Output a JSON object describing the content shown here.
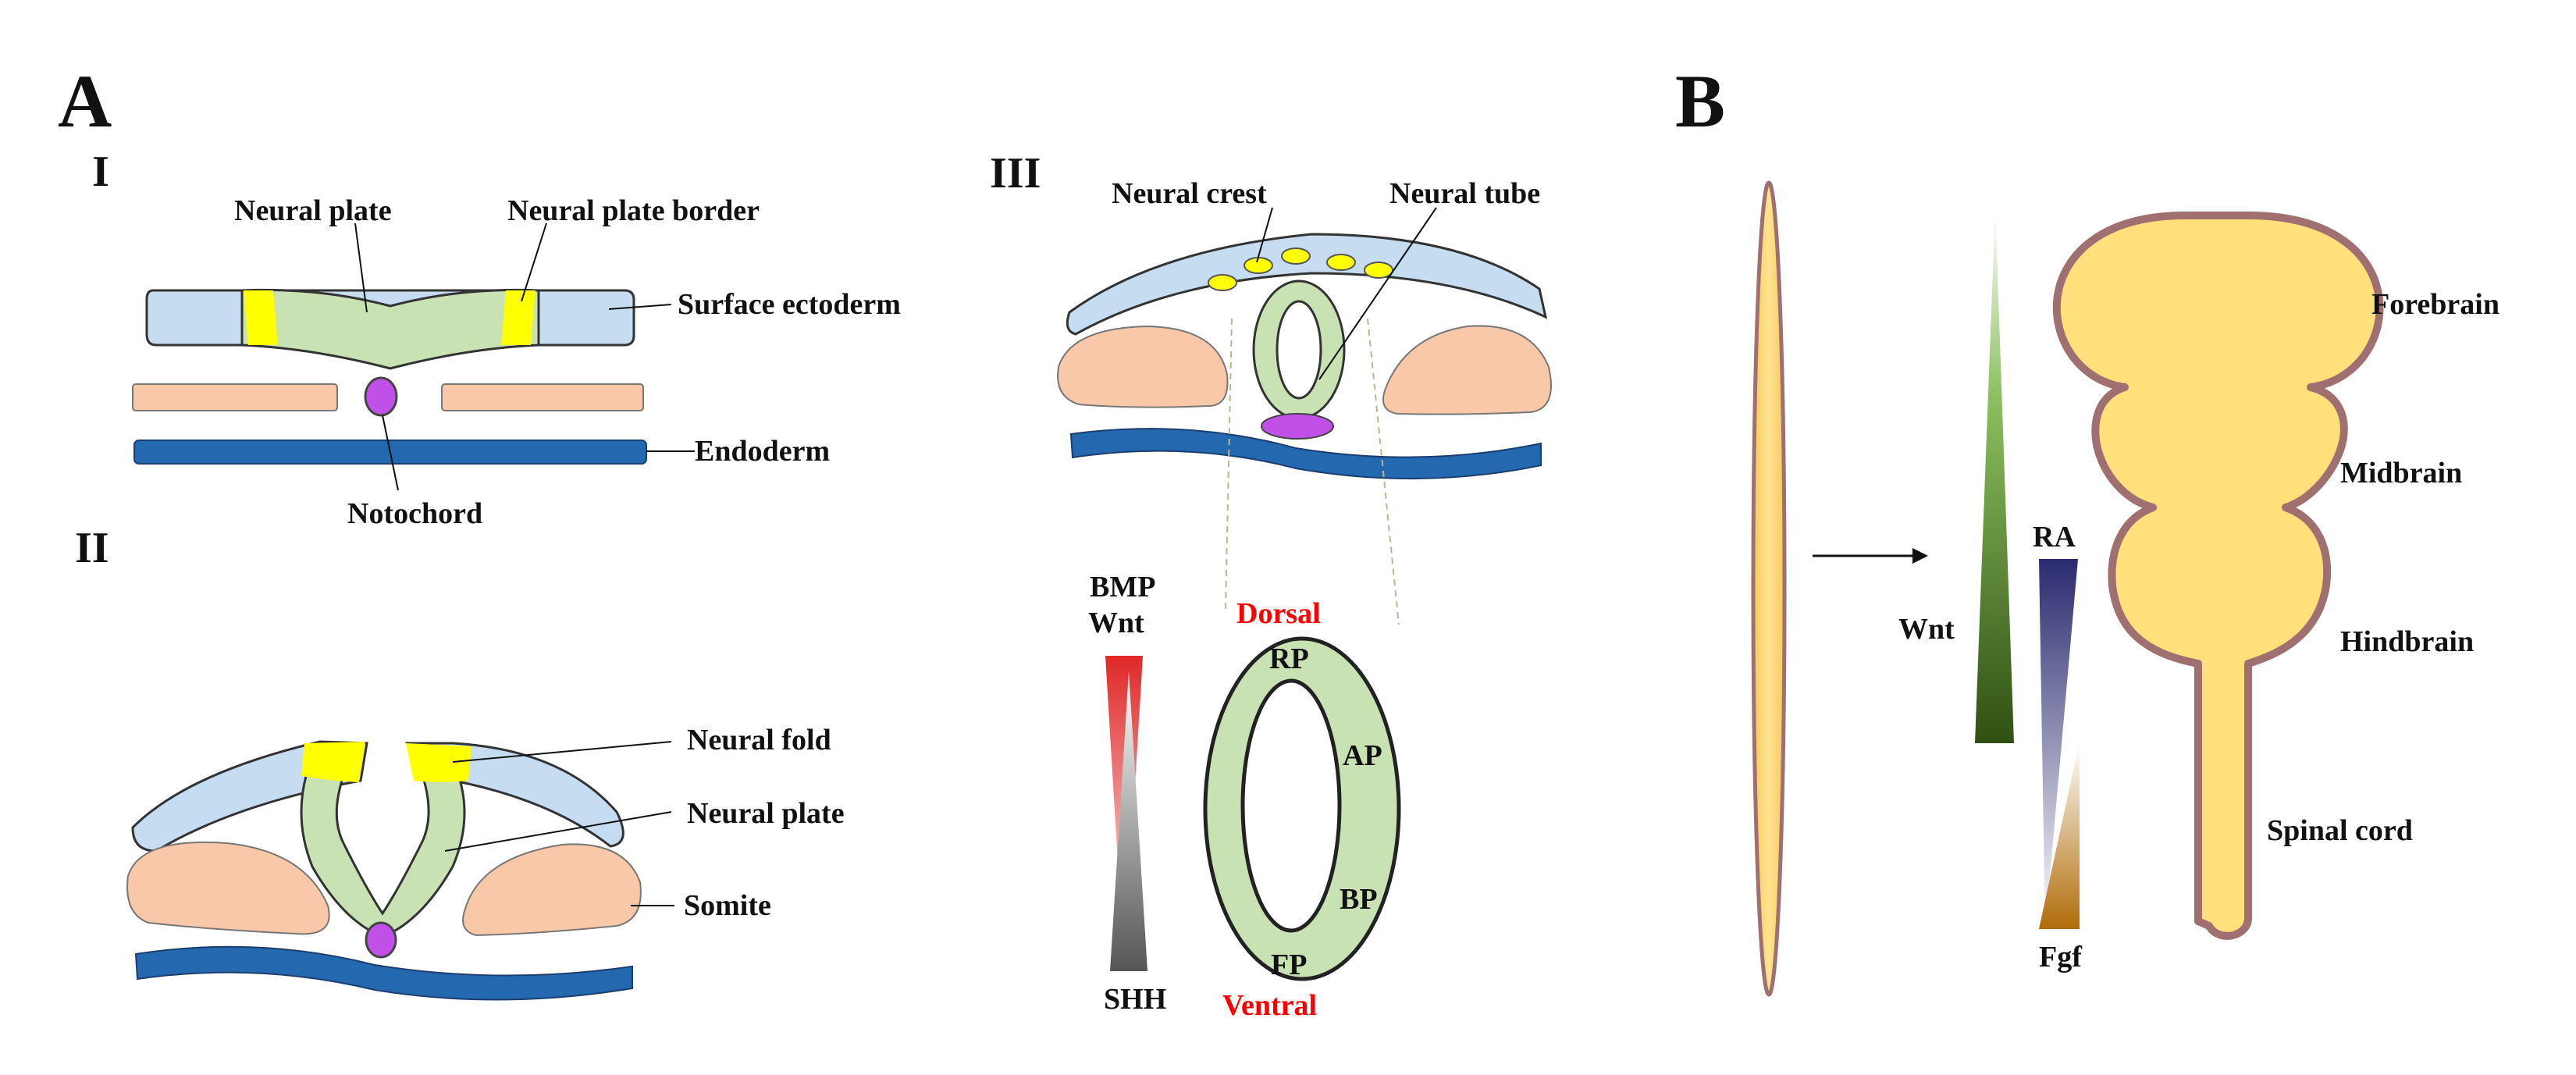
{
  "panels": {
    "a": "A",
    "b": "B"
  },
  "stages": {
    "i": "I",
    "ii": "II",
    "iii": "III"
  },
  "stage1": {
    "neural_plate": "Neural plate",
    "neural_plate_border": "Neural plate border",
    "surface_ectoderm": "Surface ectoderm",
    "endoderm": "Endoderm",
    "notochord": "Notochord"
  },
  "stage2": {
    "neural_fold": "Neural fold",
    "neural_plate": "Neural plate",
    "somite": "Somite"
  },
  "stage3": {
    "neural_crest": "Neural crest",
    "neural_tube": "Neural tube"
  },
  "dv_axis": {
    "bmp": "BMP",
    "wnt": "Wnt",
    "shh": "SHH",
    "dorsal": "Dorsal",
    "ventral": "Ventral",
    "rp": "RP",
    "ap": "AP",
    "bp": "BP",
    "fp": "FP"
  },
  "ap_axis": {
    "wnt": "Wnt",
    "ra": "RA",
    "fgf": "Fgf",
    "forebrain": "Forebrain",
    "midbrain": "Midbrain",
    "hindbrain": "Hindbrain",
    "spinal_cord": "Spinal cord"
  },
  "colors": {
    "surface_ectoderm": "#c6dcf0",
    "neural_plate": "#c8e2b4",
    "border_yellow": "#ffff00",
    "somite": "#f8c8a8",
    "endoderm": "#2468b0",
    "notochord": "#c050e8",
    "brain_fill": "#ffe07a",
    "brain_outline": "#a07070",
    "dorsal_label": "#ff0000",
    "bmp_gradient": "#e03030",
    "shh_gradient": "#606060",
    "wnt_gradient": "#3a6018",
    "ra_gradient": "#30307a",
    "fgf_gradient": "#b07010"
  }
}
